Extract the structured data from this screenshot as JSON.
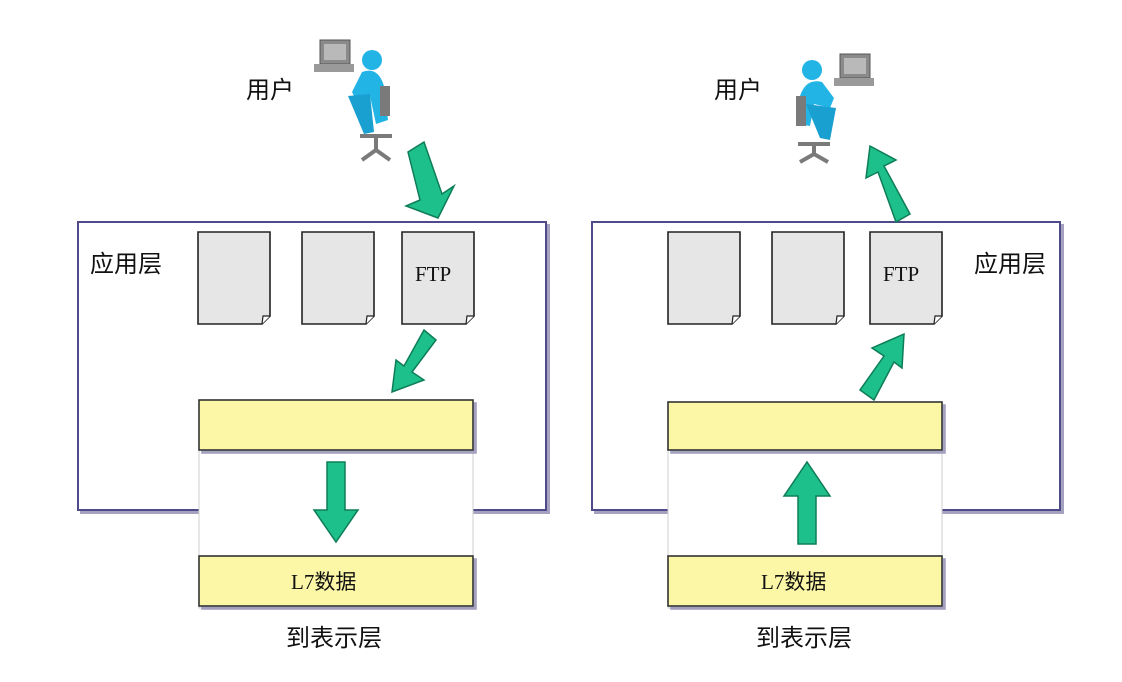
{
  "left": {
    "user_label": "用户",
    "layer_label": "应用层",
    "ftp_label": "FTP",
    "data_label": "L7数据",
    "bottom_label": "到表示层"
  },
  "right": {
    "user_label": "用户",
    "layer_label": "应用层",
    "ftp_label": "FTP",
    "data_label": "L7数据",
    "bottom_label": "到表示层"
  },
  "colors": {
    "arrow_fill": "#1dc08a",
    "arrow_stroke": "#0e7d57",
    "yellow_bar": "#fbf7a6",
    "layer_border": "#4f4b8a",
    "doc_fill": "#e8e8e8",
    "user_blue": "#23b4e6"
  }
}
